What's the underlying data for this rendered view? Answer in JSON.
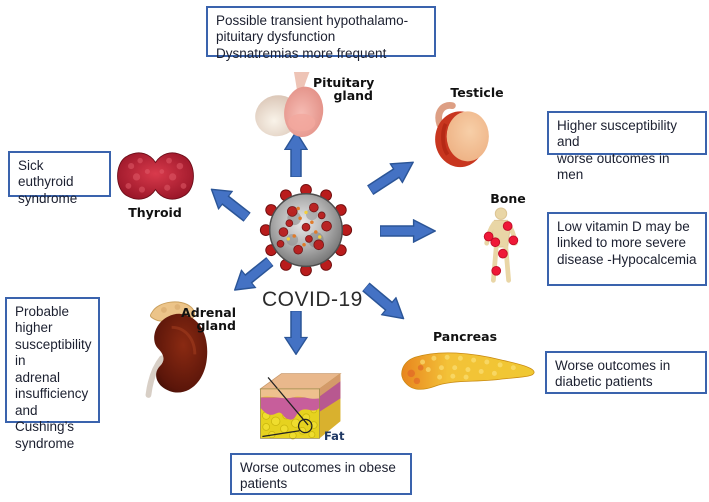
{
  "figure": {
    "center_label": "COVID-19",
    "notes": {
      "pituitary": "Possible transient hypothalamo-\npituitary dysfunction\nDysnatremias more frequent",
      "thyroid": "Sick euthyroid\nsyndrome",
      "adrenal": "Probable\nhigher\nsusceptibility in\nadrenal\ninsufficiency\nand Cushing’s\nsyndrome",
      "testicle": "Higher susceptibility and\nworse outcomes in men",
      "bone": "Low vitamin D  may be\nlinked to more severe\ndisease -Hypocalcemia",
      "pancreas": "Worse outcomes in\ndiabetic patients",
      "fat": "Worse outcomes in obese\npatients"
    },
    "organ_labels": {
      "pituitary": "Pituitary\ngland",
      "thyroid": "Thyroid",
      "testicle": "Testicle",
      "bone": "Bone",
      "adrenal": "Adrenal\ngland",
      "pancreas": "Pancreas",
      "fat": "Fat"
    },
    "colors": {
      "box_border": "#3a63ad",
      "arrow_fill": "#4472c4",
      "arrow_stroke": "#2b5597",
      "fat_label_color": "#1f3864",
      "virus_spike_red": "#b91c1c"
    }
  }
}
